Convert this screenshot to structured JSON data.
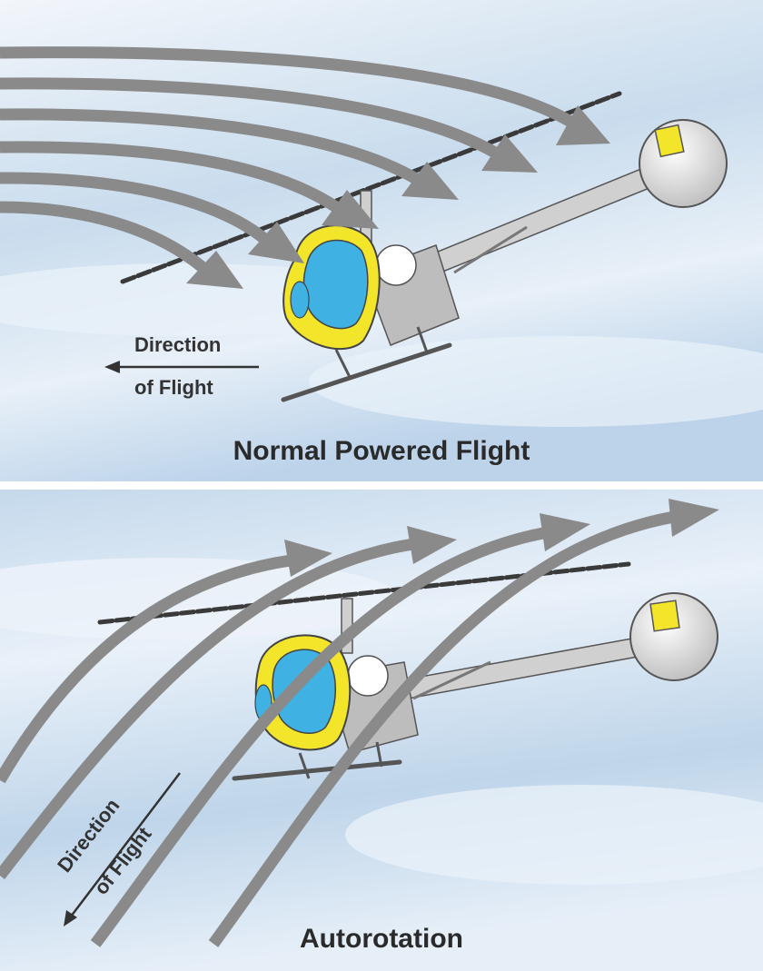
{
  "panels": {
    "normal": {
      "caption": "Normal Powered Flight",
      "direction_line1": "Direction",
      "direction_line2": "of Flight"
    },
    "autorotation": {
      "caption": "Autorotation",
      "direction_line1": "Direction",
      "direction_line2": "of Flight"
    }
  },
  "colors": {
    "sky_light": "#eef4fa",
    "sky_blue": "#b9d2ea",
    "airflow_arrow": "#8a8a8a",
    "helicopter_body": "#f3e52a",
    "canopy": "#3fb1e3",
    "frame": "#c8c8c8",
    "rotor_blade": "#444444"
  }
}
